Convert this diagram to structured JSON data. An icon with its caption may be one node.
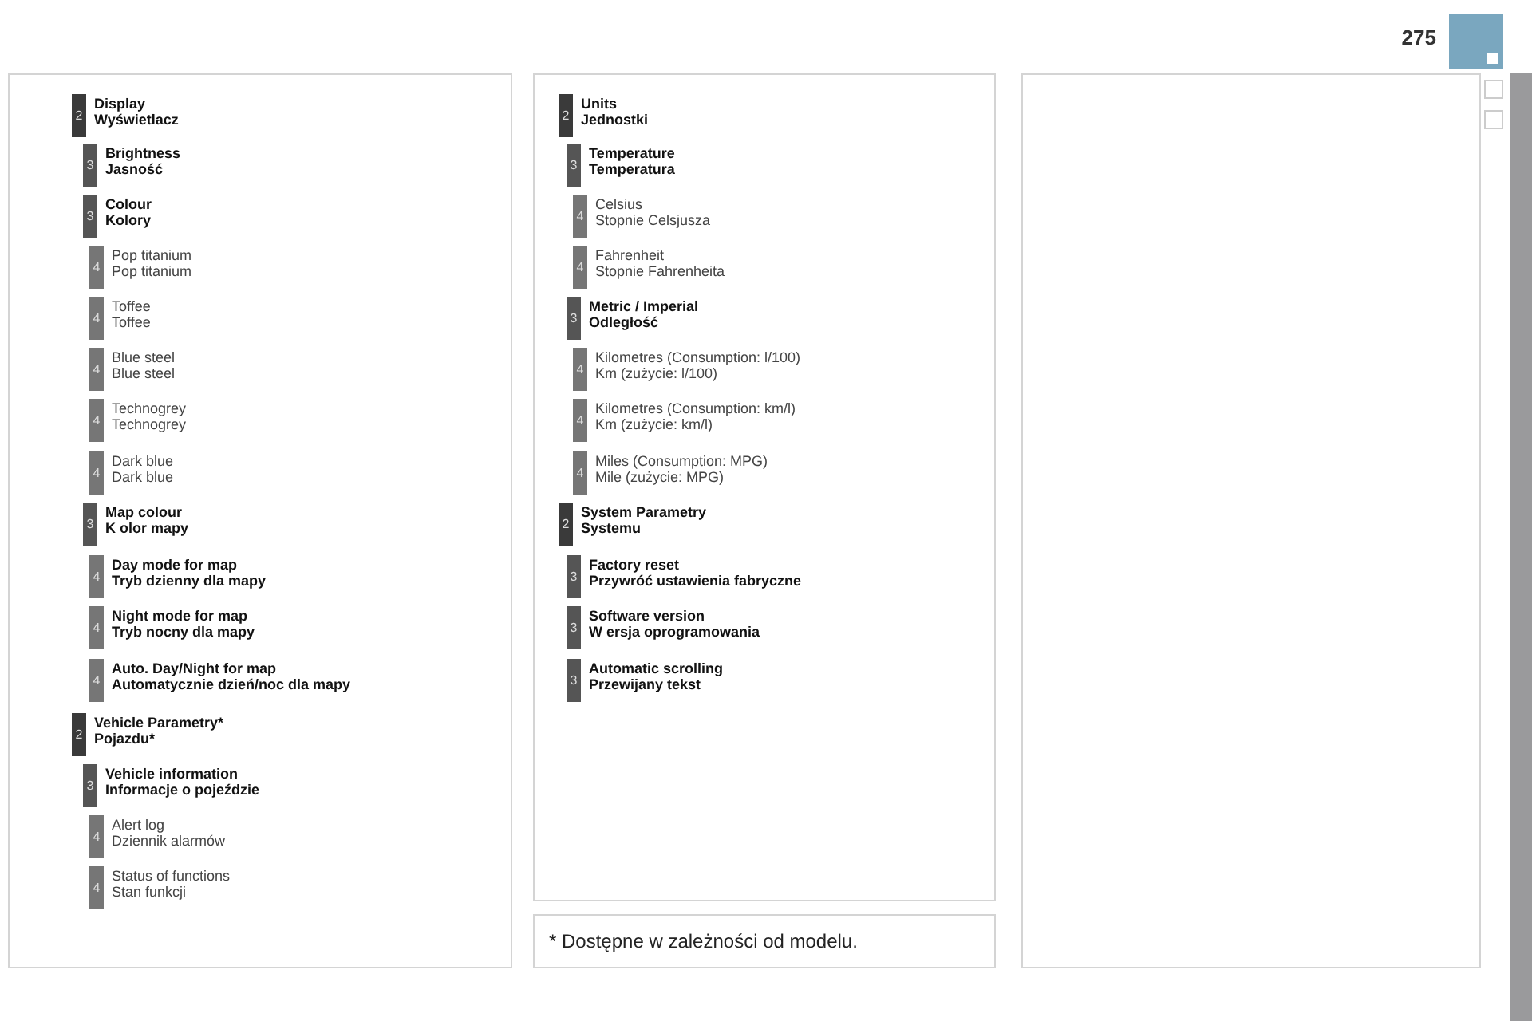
{
  "diagram": {
    "nodes": [
      {
        "text": [],
        "shape": "box"
      },
      {
        "text": [
          "2"
        ],
        "beside": [
          "Display",
          "Wyświetlacz"
        ],
        "in": 0
      },
      {
        "text": [
          "3"
        ],
        "beside": [
          "Brightness",
          "Jasność"
        ],
        "in": 0
      },
      {
        "text": [
          "3"
        ],
        "beside": [
          "Colour",
          "Kolory"
        ],
        "in": 0
      },
      {
        "text": [
          "4"
        ],
        "beside": [
          "Pop titanium",
          "Pop titanium"
        ],
        "in": 0
      },
      {
        "text": [
          "4"
        ],
        "beside": [
          "Toffee",
          "Toffee"
        ],
        "in": 0
      },
      {
        "text": [
          "4"
        ],
        "beside": [
          "Blue steel",
          "Blue steel"
        ],
        "in": 0
      },
      {
        "text": [
          "4"
        ],
        "beside": [
          "Technogrey",
          "Technogrey"
        ],
        "in": 0
      },
      {
        "text": [
          "4"
        ],
        "beside": [
          "Dark blue",
          "Dark blue"
        ],
        "in": 0
      },
      {
        "text": [
          "3"
        ],
        "beside": [
          "Map colour",
          "K olor mapy"
        ],
        "in": 0
      },
      {
        "text": [
          "4"
        ],
        "beside": [
          "Day mode for map",
          "Tryb dzienny dla mapy"
        ],
        "in": 0
      },
      {
        "text": [
          "4"
        ],
        "beside": [
          "Night mode for map",
          "Tryb nocny dla mapy"
        ],
        "in": 0
      },
      {
        "text": [
          "4"
        ],
        "beside": [
          "Auto. Day/Night for map",
          "Automatycznie dzień/noc dla mapy"
        ],
        "in": 0
      },
      {
        "text": [
          "2"
        ],
        "beside": [
          "Vehicle Parametry*",
          "Pojazdu*"
        ],
        "in": 0
      },
      {
        "text": [
          "3"
        ],
        "beside": [
          "Vehicle information",
          "Informacje o pojeździe"
        ],
        "in": 0
      },
      {
        "text": [
          "4"
        ],
        "beside": [
          "Alert log",
          "Dziennik alarmów"
        ],
        "in": 0
      },
      {
        "text": [
          "4"
        ],
        "beside": [
          "Status of functions",
          "Stan funkcji"
        ],
        "in": 0
      },
      {
        "text": [],
        "shape": "box"
      },
      {
        "text": [
          "2"
        ],
        "beside": [
          "Units",
          "Jednostki"
        ],
        "in": 17
      },
      {
        "text": [
          "3"
        ],
        "beside": [
          "Temperature",
          "Temperatura"
        ],
        "in": 17
      },
      {
        "text": [
          "4"
        ],
        "beside": [
          "Celsius",
          "Stopnie Celsjusza"
        ],
        "in": 17
      },
      {
        "text": [
          "4"
        ],
        "beside": [
          "Fahrenheit",
          "Stopnie Fahrenheita"
        ],
        "in": 17
      },
      {
        "text": [
          "3"
        ],
        "beside": [
          "Metric / Imperial",
          "Odległość"
        ],
        "in": 17
      },
      {
        "text": [
          "4"
        ],
        "beside": [
          "Kilometres (Consumption: l/100)",
          "Km (zużycie: l/100)"
        ],
        "in": 17
      },
      {
        "text": [
          "4"
        ],
        "beside": [
          "Kilometres (Consumption: km/l)",
          "Km (zużycie: km/l)"
        ],
        "in": 17
      },
      {
        "text": [
          "4"
        ],
        "beside": [
          "Miles (Consumption: MPG)",
          "Mile (zużycie: MPG)"
        ],
        "in": 17
      },
      {
        "text": [
          "2"
        ],
        "beside": [
          "System Parametry",
          "Systemu"
        ],
        "in": 17
      },
      {
        "text": [
          "3"
        ],
        "beside": [
          "Factory reset",
          "Przywróć ustawienia fabryczne"
        ],
        "in": 17
      },
      {
        "text": [
          "3"
        ],
        "beside": [
          "Software version",
          "W ersja oprogramowania"
        ],
        "in": 17
      },
      {
        "text": [
          "3"
        ],
        "beside": [
          "Automatic scrolling",
          "Przewijany tekst"
        ],
        "in": 17
      },
      {
        "text": [
          "* Dostępne w zależności od modelu."
        ]
      },
      {
        "text": [],
        "shape": "box"
      },
      {
        "text": [],
        "shape": "bar"
      }
    ],
    "labels": [
      "275"
    ]
  }
}
